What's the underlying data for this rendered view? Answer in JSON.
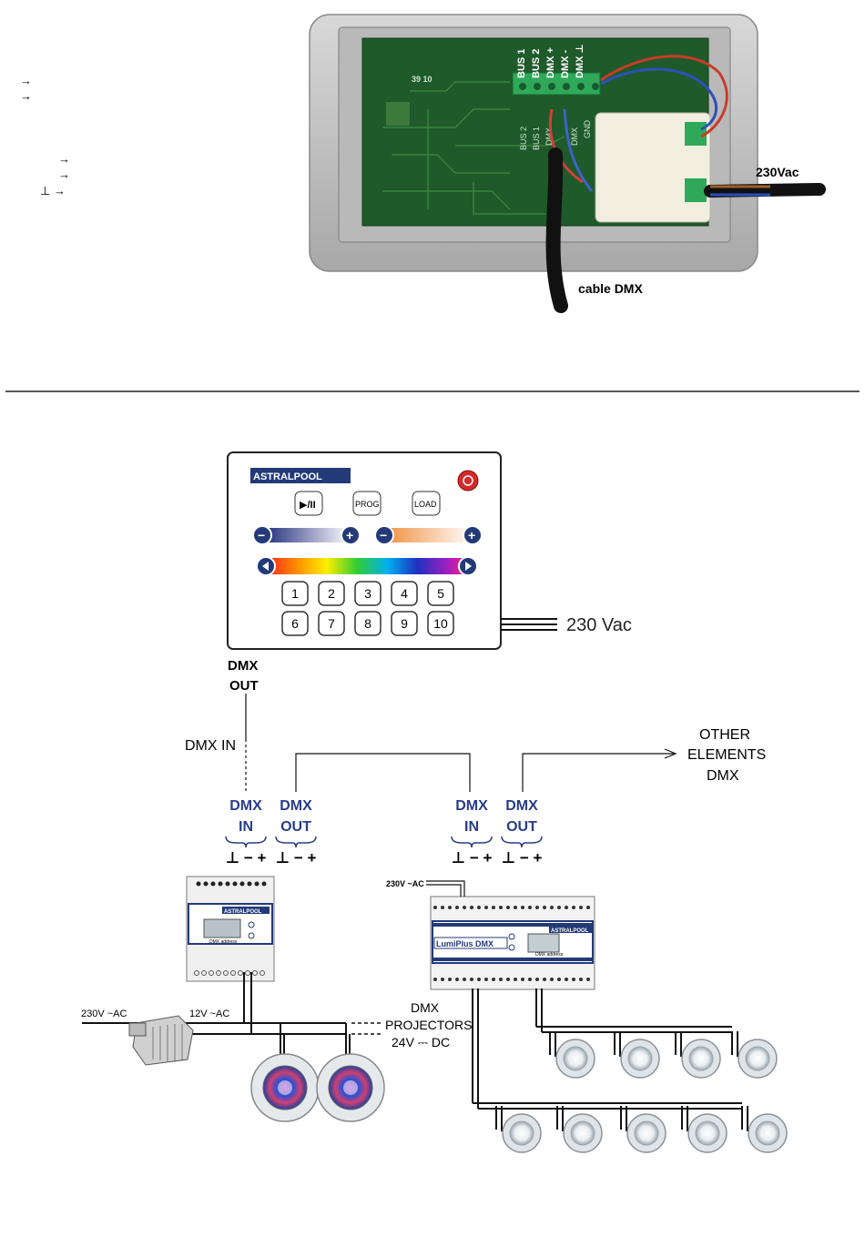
{
  "top_panel": {
    "pcb_silk_top": [
      "BUS 1",
      "BUS 2",
      "DMX +",
      "DMX -",
      "DMX ⊥"
    ],
    "pcb_silk_bottom": [
      "BUS 2",
      "BUS 1",
      "DMX",
      "DMX",
      "GND"
    ],
    "pcb_logo_text": "39 10",
    "label_power": "230Vac",
    "label_cable": "cable DMX",
    "left_legend": {
      "arrow": "→",
      "ground_arrow": "⊥ →"
    }
  },
  "controller": {
    "brand": "ASTRALPOOL",
    "buttons_top": [
      "▶/II",
      "PROG",
      "LOAD"
    ],
    "number_keys": [
      "1",
      "2",
      "3",
      "4",
      "5",
      "6",
      "7",
      "8",
      "9",
      "10"
    ],
    "power_label": "230 Vac",
    "dmx_out_label": [
      "DMX",
      "OUT"
    ]
  },
  "wiring": {
    "dmx_in_label": "DMX IN",
    "other_elements": [
      "OTHER",
      "ELEMENTS",
      "DMX"
    ],
    "terminal_groups": [
      {
        "top": "DMX",
        "bottom": "IN"
      },
      {
        "top": "DMX",
        "bottom": "OUT"
      },
      {
        "top": "DMX",
        "bottom": "IN"
      },
      {
        "top": "DMX",
        "bottom": "OUT"
      }
    ],
    "terminal_symbols": "⊥ − +",
    "brace": "⏟",
    "supply_230_right": "230V ~AC",
    "supply_230_left": "230V ~AC",
    "supply_12": "12V ~AC",
    "projectors": [
      "DMX",
      "PROJECTORS",
      "24V ⎓ DC"
    ]
  },
  "modules": {
    "small_module_brand": "ASTRALPOOL",
    "small_module_sub": "DMX address",
    "big_module_name": "LumiPlus DMX",
    "big_module_brand": "ASTRALPOOL",
    "big_module_sub": "DMX address"
  }
}
